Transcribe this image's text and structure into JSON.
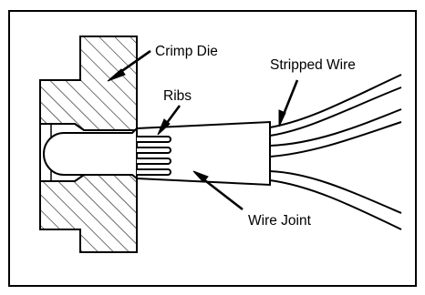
{
  "labels": {
    "crimp_die": "Crimp Die",
    "stripped_wire": "Stripped Wire",
    "ribs": "Ribs",
    "wire_joint": "Wire Joint"
  },
  "colors": {
    "stroke": "#000000",
    "background": "#ffffff"
  }
}
